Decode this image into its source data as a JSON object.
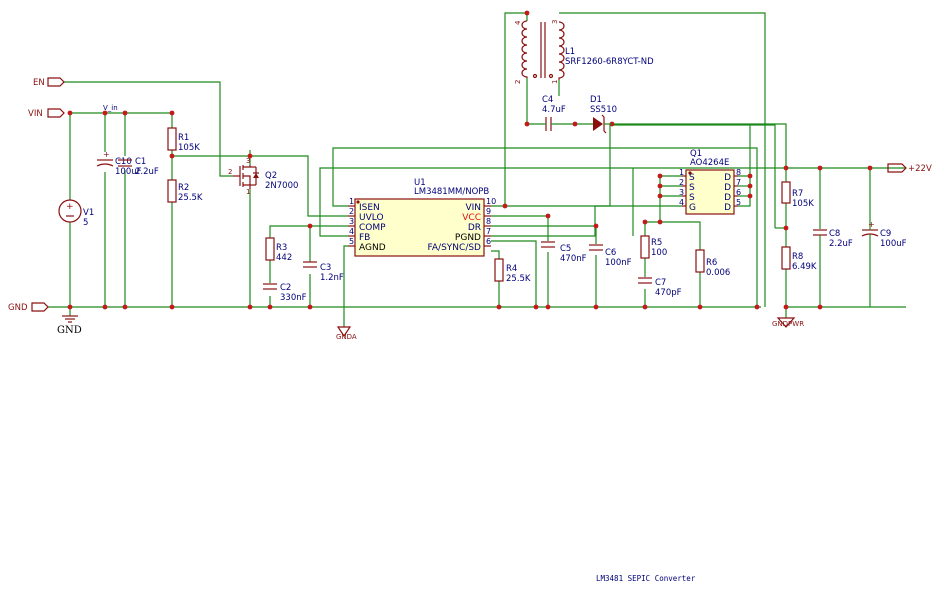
{
  "title": "LM3481 SEPIC Converter",
  "net_labels": {
    "en": "EN",
    "vin": "VIN",
    "gnd": "GND",
    "out": "+22V",
    "vin_net": "V_in"
  },
  "power": {
    "gnd": "GND",
    "gnda": "GNDA",
    "gndpwr": "GNDPWR"
  },
  "components": {
    "R1": {
      "ref": "R1",
      "value": "105K"
    },
    "R2": {
      "ref": "R2",
      "value": "25.5K"
    },
    "R3": {
      "ref": "R3",
      "value": "442"
    },
    "R4": {
      "ref": "R4",
      "value": "25.5K"
    },
    "R5": {
      "ref": "R5",
      "value": "100"
    },
    "R6": {
      "ref": "R6",
      "value": "0.006"
    },
    "R7": {
      "ref": "R7",
      "value": "105K"
    },
    "R8": {
      "ref": "R8",
      "value": "6.49K"
    },
    "C1": {
      "ref": "C1",
      "value": "2.2uF"
    },
    "C10": {
      "ref": "C10",
      "value": "100uF"
    },
    "C2": {
      "ref": "C2",
      "value": "330nF"
    },
    "C3": {
      "ref": "C3",
      "value": "1.2nF"
    },
    "C4": {
      "ref": "C4",
      "value": "4.7uF"
    },
    "C5": {
      "ref": "C5",
      "value": "470nF"
    },
    "C6": {
      "ref": "C6",
      "value": "100nF"
    },
    "C7": {
      "ref": "C7",
      "value": "470pF"
    },
    "C8": {
      "ref": "C8",
      "value": "2.2uF"
    },
    "C9": {
      "ref": "C9",
      "value": "100uF"
    },
    "V1": {
      "ref": "V1",
      "value": "5"
    },
    "Q2": {
      "ref": "Q2",
      "value": "2N7000"
    },
    "Q1": {
      "ref": "Q1",
      "value": "AO4264E"
    },
    "D1": {
      "ref": "D1",
      "value": "SS510"
    },
    "L1": {
      "ref": "L1",
      "value": "SRF1260-6R8YCT-ND"
    },
    "U1": {
      "ref": "U1",
      "value": "LM3481MM/NOPB"
    }
  },
  "u1_pins_left": [
    {
      "num": "1",
      "name": "ISEN"
    },
    {
      "num": "2",
      "name": "UVLO"
    },
    {
      "num": "3",
      "name": "COMP"
    },
    {
      "num": "4",
      "name": "FB"
    },
    {
      "num": "5",
      "name": "AGND"
    }
  ],
  "u1_pins_right": [
    {
      "num": "10",
      "name": "VIN"
    },
    {
      "num": "9",
      "name": "VCC"
    },
    {
      "num": "8",
      "name": "DR"
    },
    {
      "num": "7",
      "name": "PGND"
    },
    {
      "num": "6",
      "name": "FA/SYNC/SD"
    }
  ],
  "q1_pins_left": [
    {
      "num": "1",
      "name": "S"
    },
    {
      "num": "2",
      "name": "S"
    },
    {
      "num": "3",
      "name": "S"
    },
    {
      "num": "4",
      "name": "G"
    }
  ],
  "q1_pins_right": [
    {
      "num": "8",
      "name": "D"
    },
    {
      "num": "7",
      "name": "D"
    },
    {
      "num": "6",
      "name": "D"
    },
    {
      "num": "5",
      "name": "D"
    }
  ],
  "q2_pins": {
    "gate": "2",
    "drain": "3",
    "source": "1"
  },
  "l1_pins": {
    "p1": "1",
    "p2": "2",
    "p3": "3",
    "p4": "4"
  },
  "v1_symbol": "+"
}
